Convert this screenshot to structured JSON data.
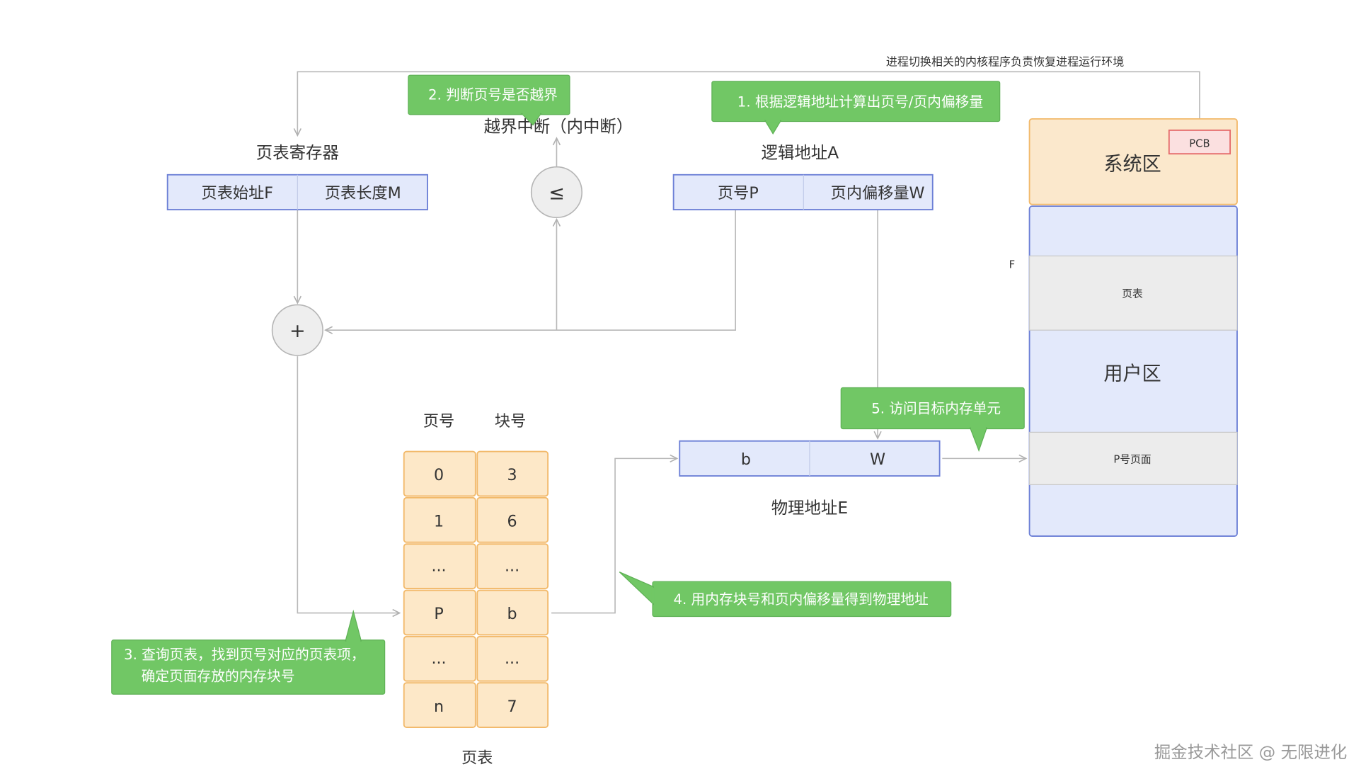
{
  "top_note": "进程切换相关的内核程序负责恢复进程运行环境",
  "callouts": {
    "step1": "1. 根据逻辑地址计算出页号/页内偏移量",
    "step2": "2. 判断页号是否越界",
    "step3_line1": "3. 查询页表，找到页号对应的页表项，",
    "step3_line2": "确定页面存放的内存块号",
    "step4": "4. 用内存块号和页内偏移量得到物理地址",
    "step5": "5. 访问目标内存单元"
  },
  "interrupt_label": "越界中断（内中断）",
  "page_table_register": {
    "title": "页表寄存器",
    "start": "页表始址F",
    "length": "页表长度M"
  },
  "comparator_symbol": "≤",
  "adder_symbol": "+",
  "logical_address": {
    "title": "逻辑地址A",
    "page_no": "页号P",
    "offset": "页内偏移量W"
  },
  "page_table": {
    "header_page": "页号",
    "header_block": "块号",
    "rows": [
      {
        "page": "0",
        "block": "3"
      },
      {
        "page": "1",
        "block": "6"
      },
      {
        "page": "...",
        "block": "..."
      },
      {
        "page": "P",
        "block": "b"
      },
      {
        "page": "...",
        "block": "..."
      },
      {
        "page": "n",
        "block": "7"
      }
    ],
    "caption": "页表"
  },
  "physical_address": {
    "title": "物理地址E",
    "block": "b",
    "offset": "W"
  },
  "memory": {
    "system_area": "系统区",
    "pcb": "PCB",
    "page_table": "页表",
    "user_area": "用户区",
    "page_p": "P号页面",
    "f_marker": "F"
  },
  "watermark": "掘金技术社区 @ 无限进化",
  "colors": {
    "callout-fill": "#71c765",
    "callout-stroke": "#5fb156",
    "addr-fill": "#e3e9fb",
    "addr-stroke": "#6b7fd6",
    "cell-fill": "#fde8c8",
    "cell-stroke": "#f2b96a",
    "sys-fill": "#fbe8cc",
    "sys-stroke": "#f2b96a",
    "user-fill": "#e3e9fb",
    "seg-fill": "#ececec",
    "pcb-fill": "#fbe0e0",
    "pcb-stroke": "#e56b6b",
    "line": "#b8b8b8"
  }
}
